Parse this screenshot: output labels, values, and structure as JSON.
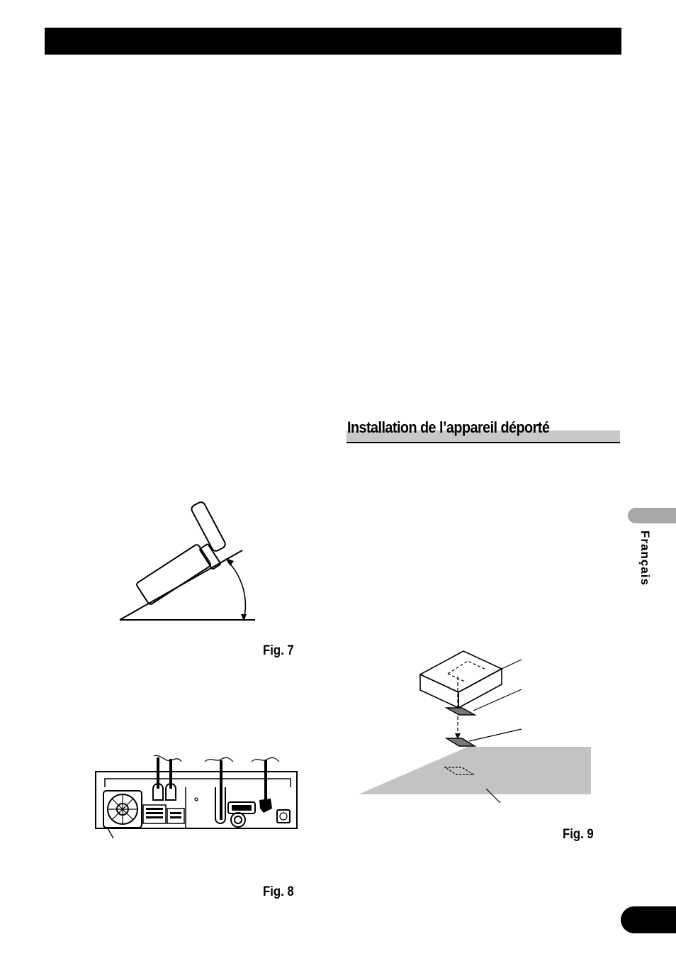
{
  "section": {
    "title": "Installation de l’appareil déporté"
  },
  "sidebar": {
    "language": "Français"
  },
  "figures": {
    "fig7": "Fig. 7",
    "fig8": "Fig. 8",
    "fig9": "Fig. 9"
  }
}
